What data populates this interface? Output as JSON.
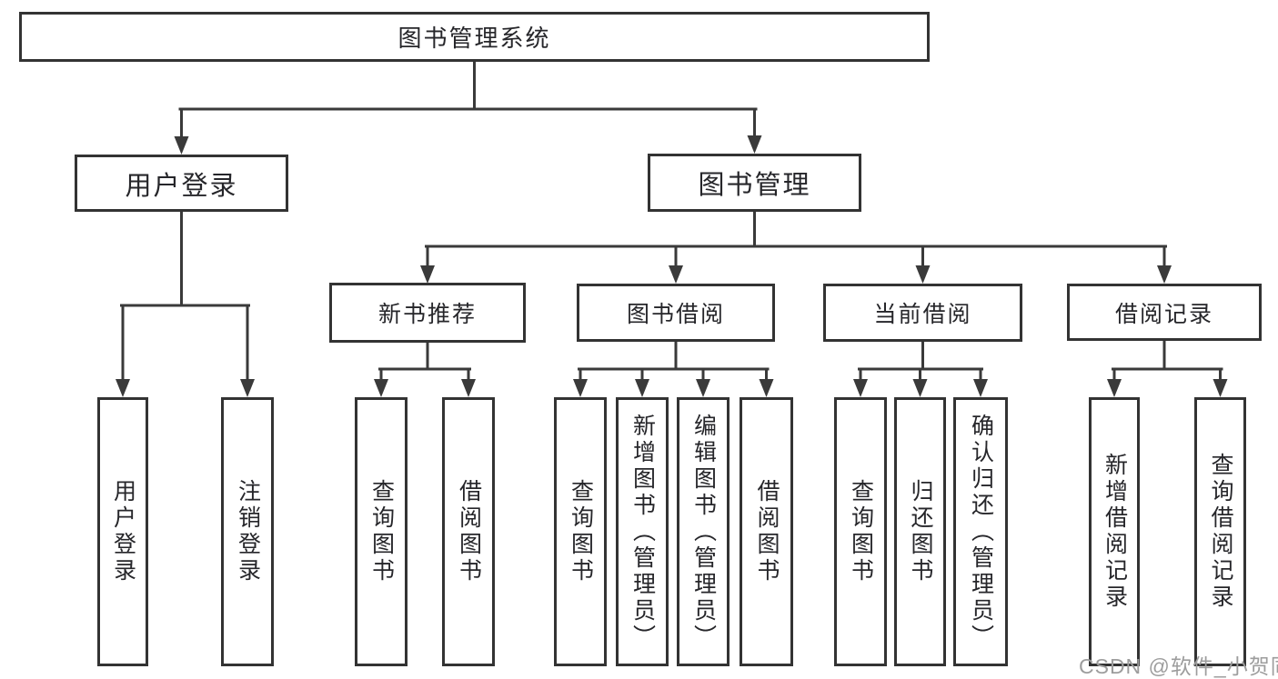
{
  "colors": {
    "line": "#3a3a3a",
    "border": "#333333",
    "text": "#26262a",
    "watermark": "#9d9d9d",
    "bg": "#ffffff"
  },
  "diagram": {
    "type": "hierarchy-tree",
    "root": {
      "label": "图书管理系统"
    },
    "level2": [
      {
        "label": "用户登录",
        "leaves": [
          {
            "label": "用户登录"
          },
          {
            "label": "注销登录"
          }
        ]
      },
      {
        "label": "图书管理",
        "groups": [
          {
            "label": "新书推荐",
            "leaves": [
              {
                "label": "查询图书"
              },
              {
                "label": "借阅图书"
              }
            ]
          },
          {
            "label": "图书借阅",
            "leaves": [
              {
                "label": "查询图书"
              },
              {
                "label": "新增图书（管理员）"
              },
              {
                "label": "编辑图书（管理员）"
              },
              {
                "label": "借阅图书"
              }
            ]
          },
          {
            "label": "当前借阅",
            "leaves": [
              {
                "label": "查询图书"
              },
              {
                "label": "归还图书"
              },
              {
                "label": "确认归还（管理员）"
              }
            ]
          },
          {
            "label": "借阅记录",
            "leaves": [
              {
                "label": "新增借阅记录"
              },
              {
                "label": "查询借阅记录"
              }
            ]
          }
        ]
      }
    ]
  },
  "watermark": "CSDN @软件_小贺同学"
}
